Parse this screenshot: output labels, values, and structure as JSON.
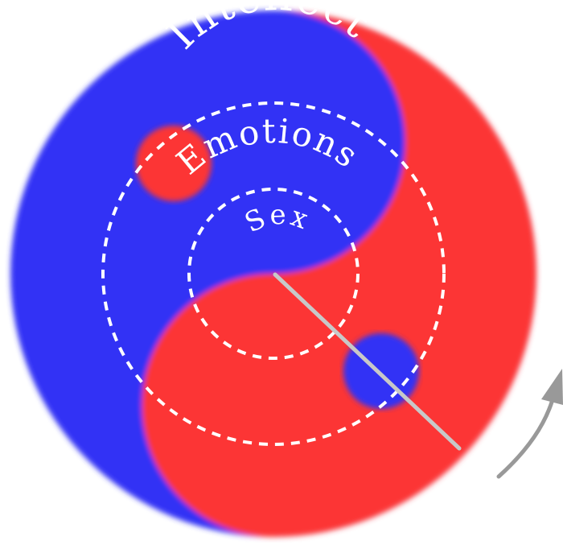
{
  "rings": {
    "outer_label": "Intellect",
    "middle_label": "Emotions",
    "inner_label": "Sex"
  },
  "colors": {
    "blue": "#3333f5",
    "red": "#fc3434",
    "ring_stroke": "#ffffff",
    "pointer_line": "#c8c8c8",
    "rotation_arrow": "#999999",
    "background": "#ffffff"
  },
  "icons": {
    "rotation_indicator": "curved-arrow-icon"
  }
}
